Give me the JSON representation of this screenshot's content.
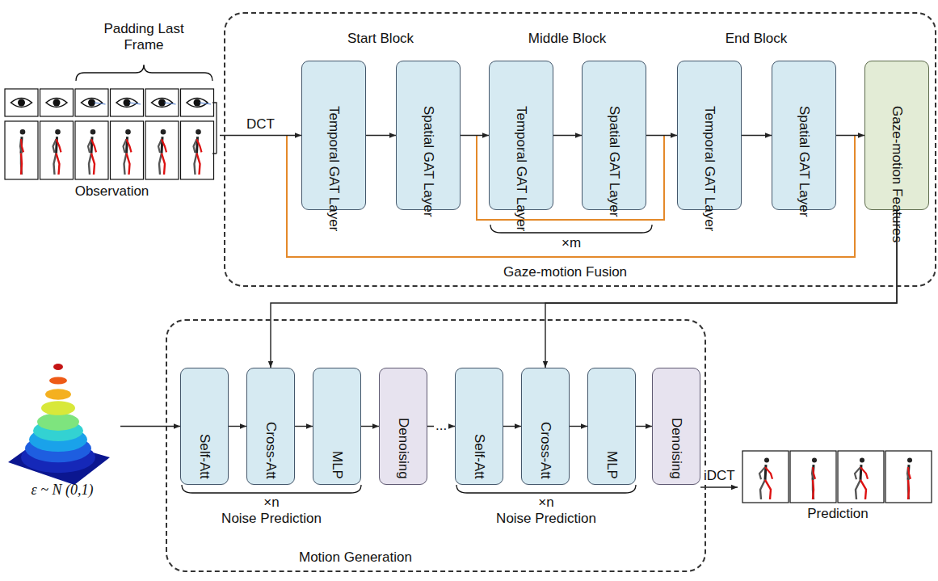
{
  "diagram": {
    "nodes": [
      {
        "text": [
          "Observation"
        ]
      },
      {
        "text": [
          "Gaze-motion Fusion"
        ]
      },
      {
        "text": [
          "Temporal GAT Layer"
        ],
        "in": 1
      },
      {
        "text": [
          "Spatial GAT Layer"
        ],
        "in": 1
      },
      {
        "text": [
          "Temporal GAT Layer"
        ],
        "in": 1
      },
      {
        "text": [
          "Spatial GAT Layer"
        ],
        "in": 1
      },
      {
        "text": [
          "Temporal GAT Layer"
        ],
        "in": 1
      },
      {
        "text": [
          "Spatial GAT Layer"
        ],
        "in": 1
      },
      {
        "text": [
          "Gaze-motion Features"
        ],
        "in": 1
      },
      {
        "text": [
          "ε ~ N (0,1)"
        ]
      },
      {
        "text": [
          "Motion Generation"
        ]
      },
      {
        "text": [
          "Self-Att"
        ],
        "in": 10
      },
      {
        "text": [
          "Cross-Att"
        ],
        "in": 10
      },
      {
        "text": [
          "MLP"
        ],
        "in": 10
      },
      {
        "text": [
          "Denoising"
        ],
        "in": 10
      },
      {
        "text": [
          "Self-Att"
        ],
        "in": 10
      },
      {
        "text": [
          "Cross-Att"
        ],
        "in": 10
      },
      {
        "text": [
          "MLP"
        ],
        "in": 10
      },
      {
        "text": [
          "Denoising"
        ],
        "in": 10
      },
      {
        "text": [
          "Prediction"
        ]
      }
    ],
    "edges": [
      {
        "from": 0,
        "to": 2,
        "label": "DCT",
        "arrow": "to"
      },
      {
        "from": 2,
        "to": 3,
        "arrow": "to"
      },
      {
        "from": 3,
        "to": 4,
        "arrow": "to"
      },
      {
        "from": 4,
        "to": 5,
        "arrow": "to"
      },
      {
        "from": 5,
        "to": 6,
        "arrow": "to"
      },
      {
        "from": 6,
        "to": 7,
        "arrow": "to"
      },
      {
        "from": 7,
        "to": 8,
        "arrow": "to"
      },
      {
        "from": 8,
        "to": 12,
        "arrow": "to"
      },
      {
        "from": 8,
        "to": 16,
        "arrow": "to"
      },
      {
        "from": 9,
        "to": 11,
        "arrow": "to"
      },
      {
        "from": 11,
        "to": 12,
        "arrow": "to"
      },
      {
        "from": 12,
        "to": 13,
        "arrow": "to"
      },
      {
        "from": 13,
        "to": 14,
        "arrow": "to"
      },
      {
        "from": 14,
        "to": 15,
        "label": "...",
        "arrow": "to"
      },
      {
        "from": 15,
        "to": 16,
        "arrow": "to"
      },
      {
        "from": 16,
        "to": 17,
        "arrow": "to"
      },
      {
        "from": 17,
        "to": 18,
        "arrow": "to"
      },
      {
        "from": 18,
        "to": 19,
        "label": "iDCT",
        "arrow": "to"
      }
    ],
    "labels": [
      "Padding Last Frame",
      "Start Block",
      "Middle Block",
      "End Block",
      "×m",
      "×n",
      "Noise Prediction",
      "×n",
      "Noise Prediction"
    ]
  }
}
